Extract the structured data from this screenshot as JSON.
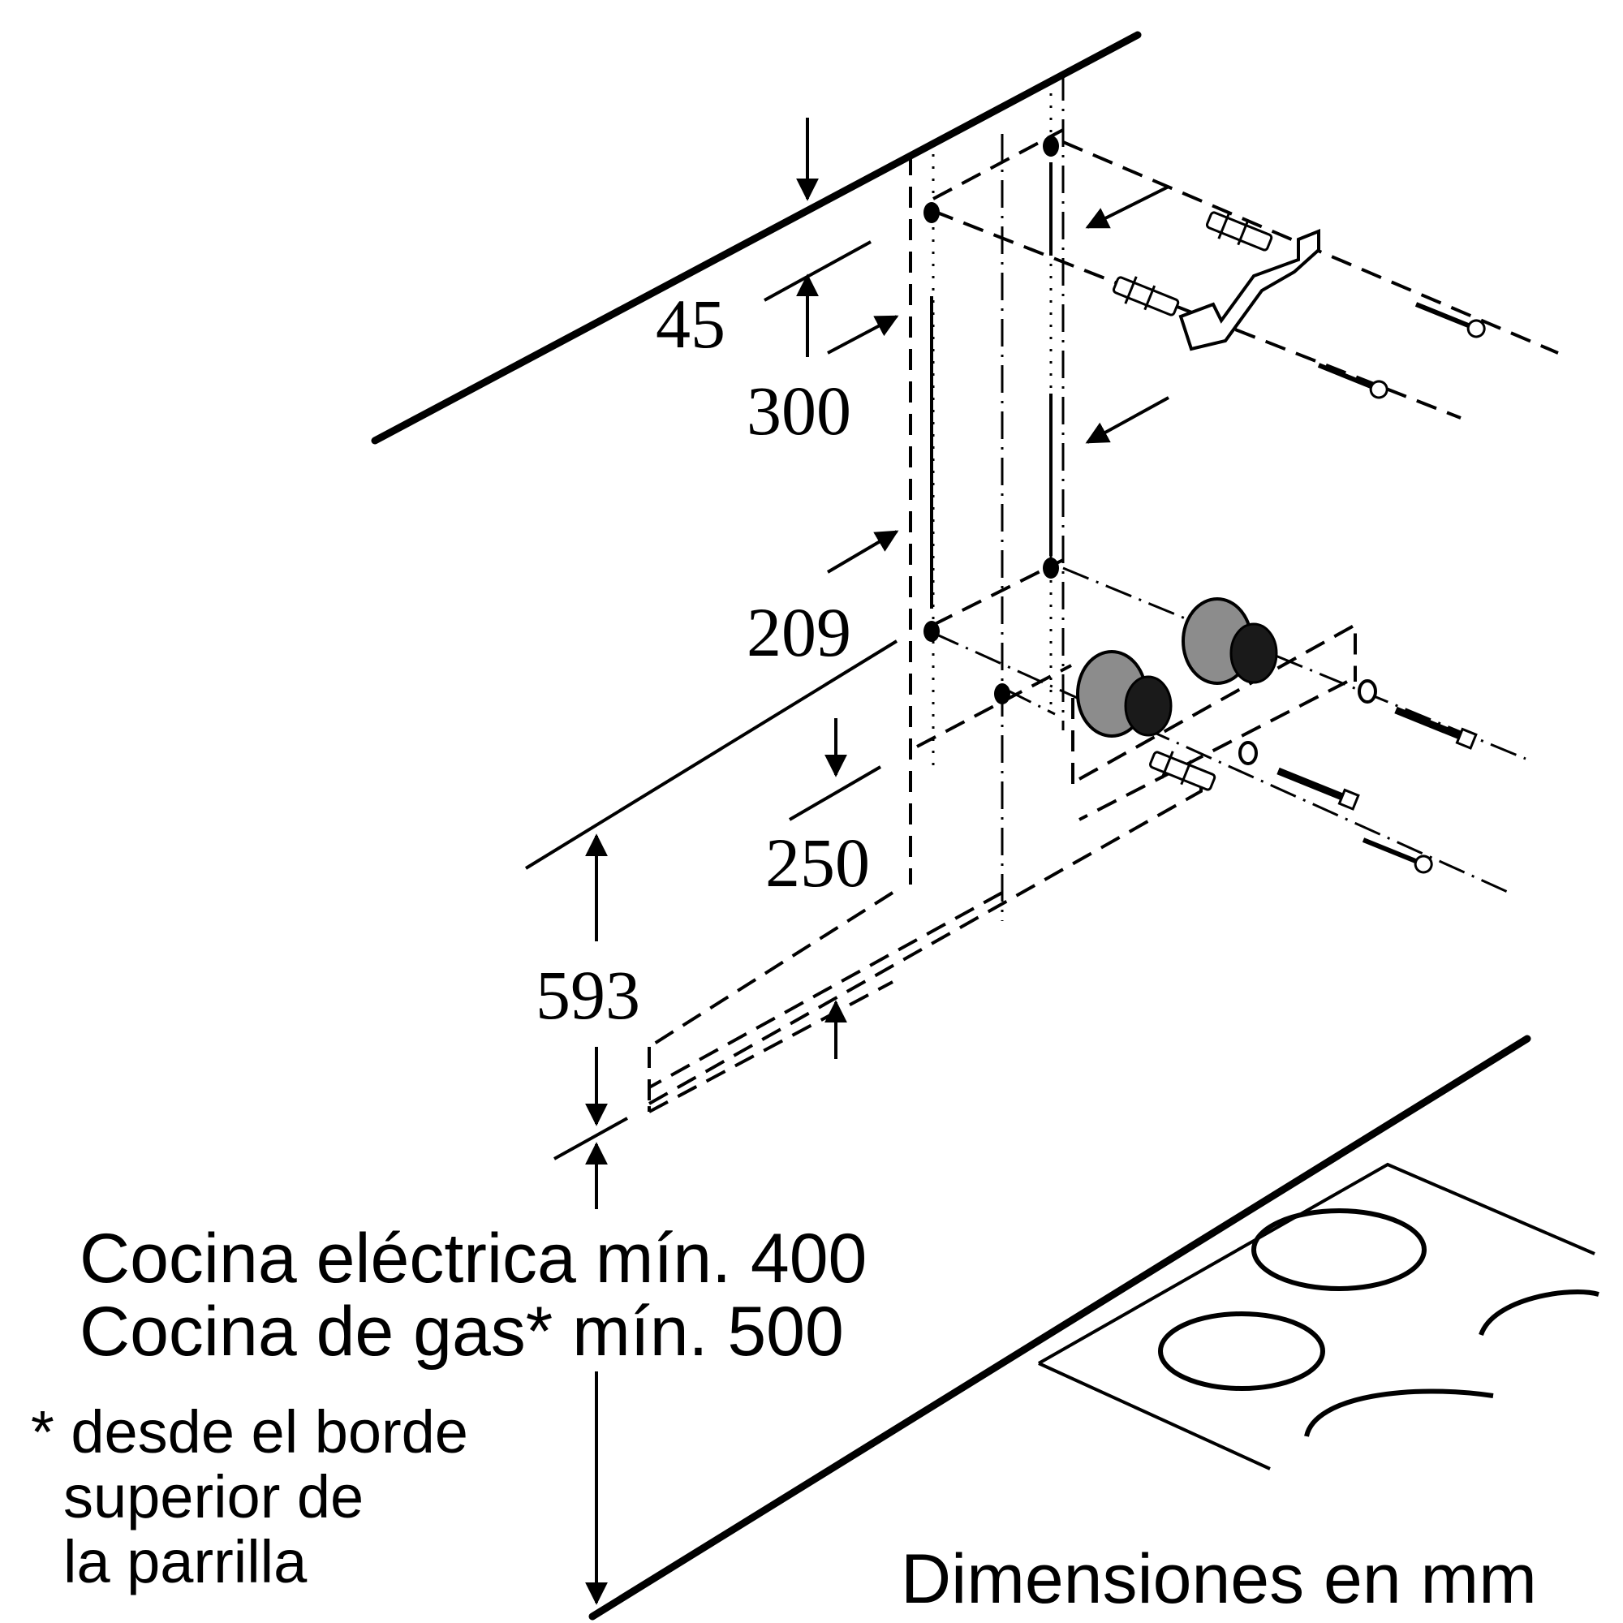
{
  "dimensions": {
    "d45": "45",
    "d300": "300",
    "d209": "209",
    "d250": "250",
    "d593": "593"
  },
  "clearance": {
    "electric": "Cocina eléctrica mín. 400",
    "gas": "Cocina de gas* mín. 500"
  },
  "footnote": {
    "line1": "* desde el borde",
    "line2": "superior de",
    "line3": "la parrilla"
  },
  "units_note": "Dimensiones en mm",
  "colors": {
    "line": "#000000",
    "plug_fill": "#8c8c8c",
    "plug_dark": "#1a1a1a"
  },
  "icons": [
    "wall-plug-icon",
    "wood-screw-icon",
    "bracket-icon",
    "washer-icon",
    "hanger-bolt-icon",
    "hob-burner-icon"
  ]
}
